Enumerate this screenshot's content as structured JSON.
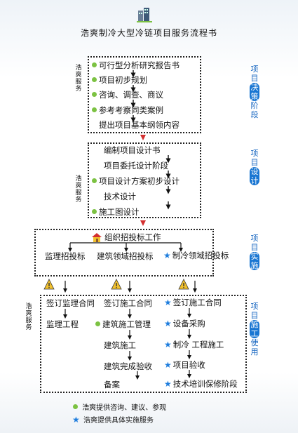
{
  "title": "浩爽制冷大型冷链项目服务流程书",
  "side_service": "浩爽服务",
  "section1": {
    "items": [
      "可行型分析研究报告书",
      "项目初步规划",
      "咨询、调查、商议",
      "参考考察同类案例",
      "提出项目基本纲领内容"
    ],
    "side": {
      "pre": "项目",
      "hl": "决策",
      "post": "阶段"
    }
  },
  "section2": {
    "items": [
      "编制项目设计书",
      "项目委托设计阶段",
      "项目设计方案初步设计",
      "技术设计",
      "施工图设计"
    ],
    "side": {
      "pre": "项目",
      "hl": "设计",
      "post": ""
    }
  },
  "section3": {
    "header": "组织招投标工作",
    "items": [
      "监理招投标",
      "建筑领域招投标",
      "制冷领域招投标"
    ],
    "side": {
      "pre": "项目",
      "hl": "实施",
      "post": ""
    }
  },
  "section4": {
    "col1": [
      "签订监理合同",
      "监理工程"
    ],
    "col2": [
      "签订施工合同",
      "建筑施工管理",
      "建筑施工",
      "建筑完成验收",
      "备案"
    ],
    "col3": [
      "签订施工合同",
      "设备采购",
      "制冷 工程施工",
      "项目验收",
      "技术培训保修阶段"
    ],
    "side": {
      "pre": "项目",
      "hl": "施工",
      "post": "使用"
    }
  },
  "legend": {
    "dot_text": "浩爽提供咨询、建议、参观",
    "star_text": "浩爽提供具体实施服务",
    "dot_color": "#7cc242",
    "star_color": "#1e7ddd"
  },
  "colors": {
    "arrow_red": "#d32f2f",
    "side_blue": "#1976d2",
    "warning_yellow": "#f2c12e"
  }
}
